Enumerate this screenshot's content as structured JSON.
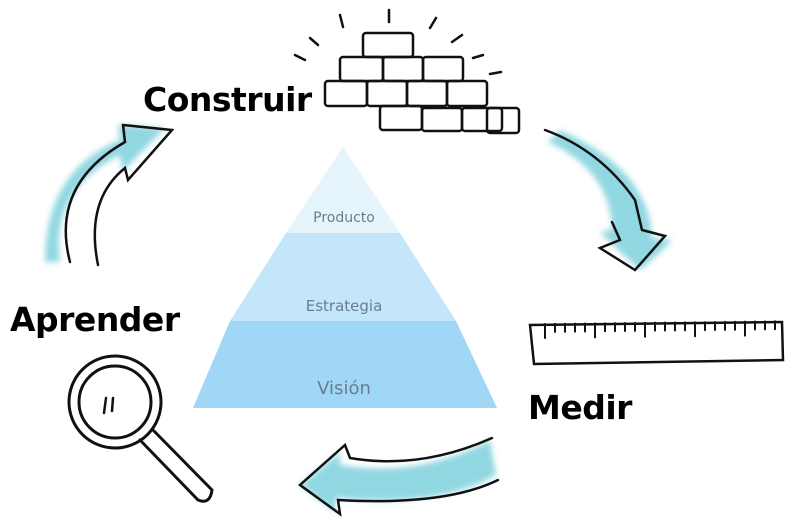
{
  "cycle": {
    "build": "Construir",
    "measure": "Medir",
    "learn": "Aprender"
  },
  "pyramid": {
    "levels": [
      "Producto",
      "Estrategia",
      "Visión"
    ]
  },
  "colors": {
    "arrow": "#86d3de",
    "pyramid_top": "#e6f4fc",
    "pyramid_mid": "#c4e6fa",
    "pyramid_bottom": "#a0d6f6",
    "pyramid_text": "#6a7d90"
  },
  "icons": [
    "bricks-icon",
    "ruler-icon",
    "magnifier-icon",
    "cycle-arrow-icon"
  ]
}
